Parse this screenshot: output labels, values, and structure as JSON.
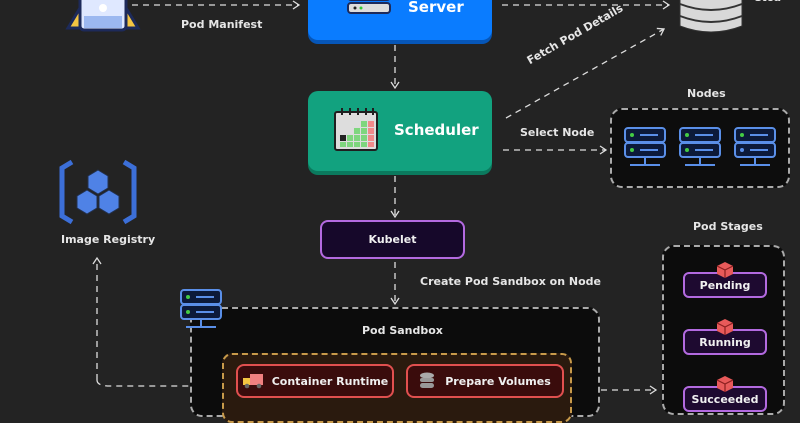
{
  "flow": {
    "pod_manifest": "Pod Manifest",
    "fetch_pod_details": "Fetch Pod Details",
    "select_node": "Select Node",
    "create_pod_sandbox": "Create Pod Sandbox on Node"
  },
  "components": {
    "api_server": "Server",
    "etcd": "etcd",
    "scheduler": "Scheduler",
    "kubelet": "Kubelet",
    "image_registry": "Image Registry",
    "nodes": "Nodes"
  },
  "pod_sandbox": {
    "title": "Pod Sandbox",
    "container_runtime": "Container Runtime",
    "prepare_volumes": "Prepare Volumes"
  },
  "pod_stages": {
    "title": "Pod Stages",
    "items": [
      "Pending",
      "Running",
      "Succeeded"
    ]
  },
  "colors": {
    "background": "#232323",
    "server": "#0a7cff",
    "scheduler": "#12a27f",
    "kubelet": "#b36ae0",
    "runtime": "#e0504f",
    "stage_icon": "#e85a5a"
  }
}
